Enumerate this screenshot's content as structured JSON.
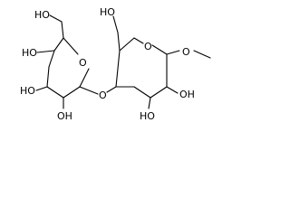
{
  "molecule": {
    "atom_labels": {
      "ring1_oxygen": "O",
      "ring1_ch2oh": "HO",
      "ring1_oh_c4": "HO",
      "ring1_oh_c3": "HO",
      "ring1_oh_c2": "OH",
      "glycosidic_oxygen": "O",
      "ring2_oxygen": "O",
      "ring2_ch2oh": "HO",
      "ring2_anomeric_o": "O",
      "ring2_oh_c3": "HO",
      "ring2_oh_c2": "OH"
    },
    "colors": {
      "bond": "#000000",
      "text": "#000000",
      "background": "#ffffff"
    }
  }
}
